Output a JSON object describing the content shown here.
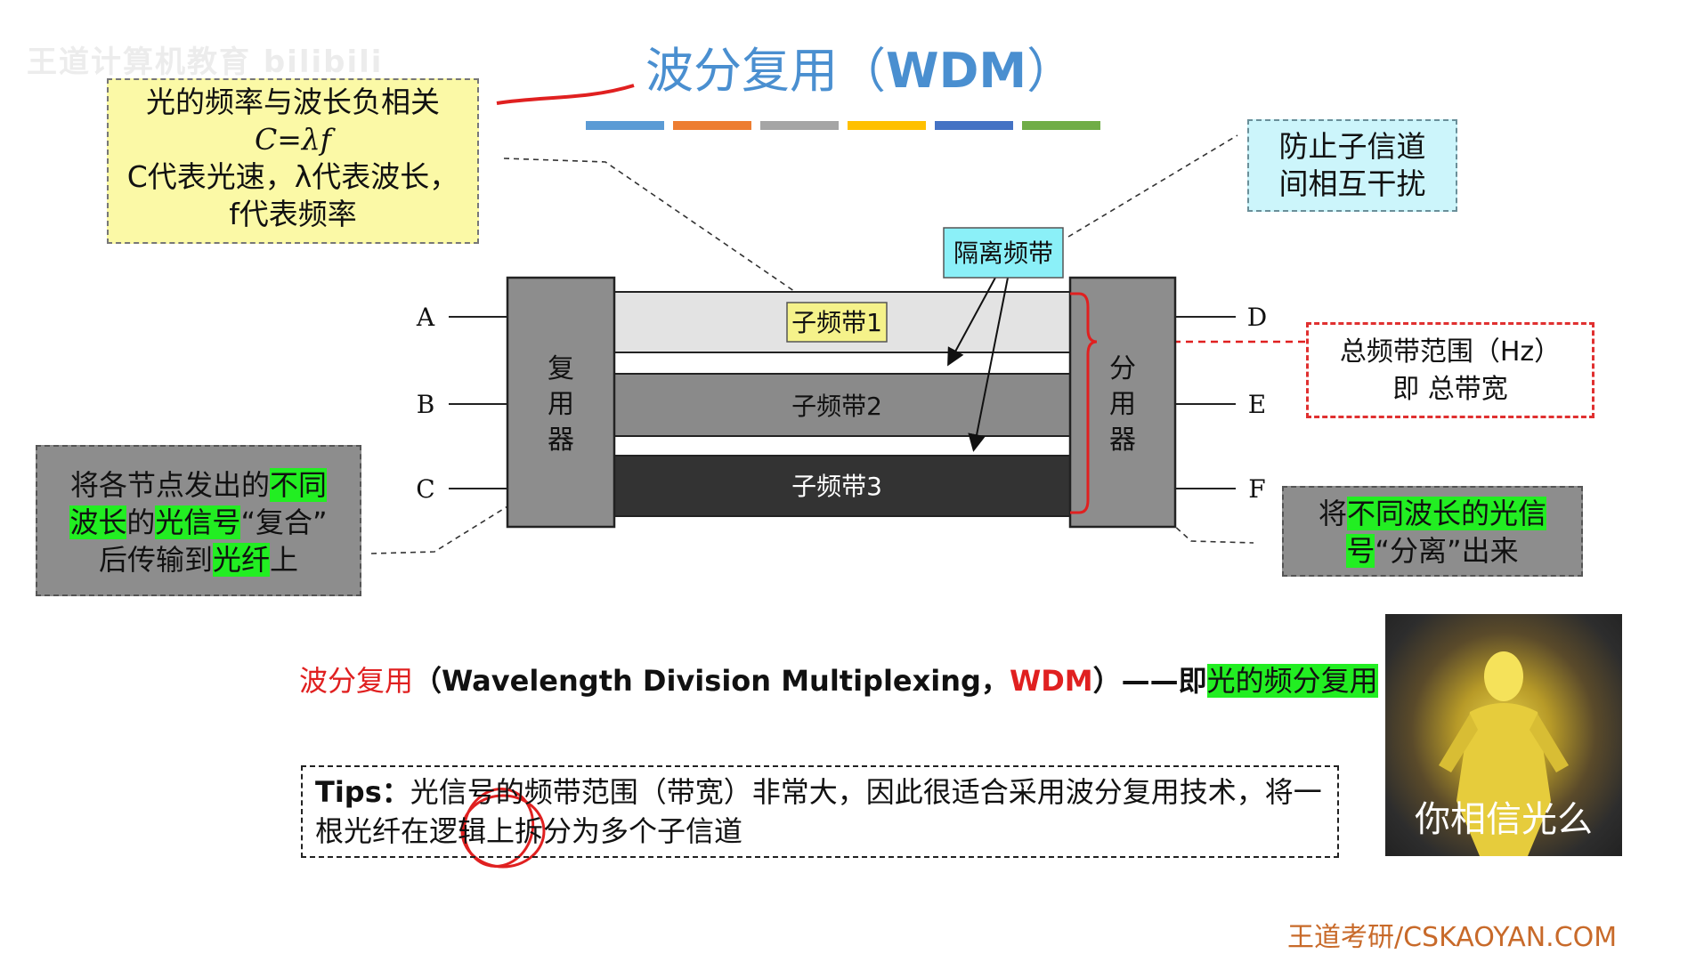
{
  "watermark": "王道计算机教育 bilibili",
  "title": {
    "cn": "波分复用",
    "open": "（",
    "en": "WDM",
    "close": "）"
  },
  "color_bars": [
    "#5b9bd5",
    "#ed7d31",
    "#a5a5a5",
    "#ffc000",
    "#4472c4",
    "#70ad47"
  ],
  "yellow_note": {
    "line1": "光的频率与波长负相关",
    "line2": "C=λf",
    "line3": "C代表光速，λ代表波长，",
    "line4": "f代表频率"
  },
  "cyan_note": {
    "line1": "防止子信道",
    "line2": "间相互干扰"
  },
  "red_note": {
    "line1": "总频带范围（Hz）",
    "line2": "即 总带宽"
  },
  "left_note": {
    "p1": "将各节点发出的",
    "h1": "不同",
    "h2": "波长",
    "p2": "的",
    "h3": "光信号",
    "p3": "“复合”",
    "p4": "后传输到",
    "h4": "光纤",
    "p5": "上"
  },
  "right_note": {
    "p1": "将",
    "h1": "不同波长的光信",
    "h2": "号",
    "p2": "“分离”出来"
  },
  "diagram": {
    "mux": [
      "复",
      "用",
      "器"
    ],
    "demux": [
      "分",
      "用",
      "器"
    ],
    "inputs": [
      "A",
      "B",
      "C"
    ],
    "outputs": [
      "D",
      "E",
      "F"
    ],
    "bands": [
      "子频带1",
      "子频带2",
      "子频带3"
    ],
    "guard_label": "隔离频带"
  },
  "definition": {
    "term": "波分复用",
    "paren": "（Wavelength Division Multiplexing，",
    "abbr": "WDM",
    "tail": "）——即",
    "highlight": "光的频分复用"
  },
  "tips": {
    "label": "Tips：",
    "text": "光信号的频带范围（带宽）非常大，因此很适合采用波分复用技术，将一根光纤在逻辑上拆分为多个子信道"
  },
  "photo_caption": "你相信光么",
  "footer": "王道考研/CSKAOYAN.COM"
}
